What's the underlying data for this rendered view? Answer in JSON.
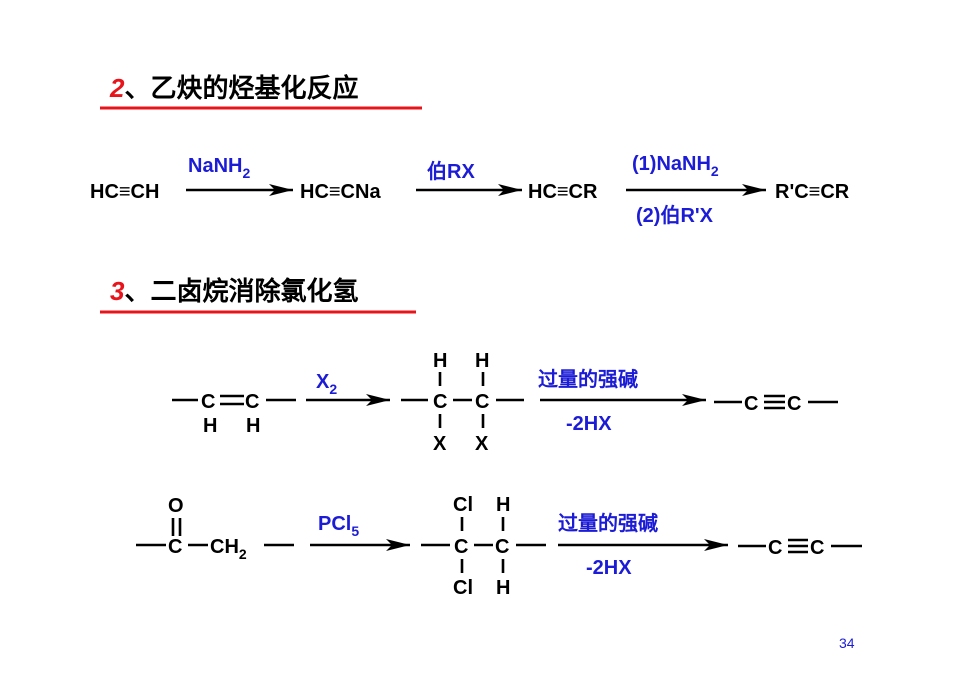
{
  "section2": {
    "number": "2",
    "title": "、乙炔的烃基化反应"
  },
  "section3": {
    "number": "3",
    "title": "、二卤烷消除氯化氢"
  },
  "accent_color": "#e8141b",
  "reagent_color": "#1c1cd6",
  "reaction2": {
    "s1": "HC≡CH",
    "r1": "NaNH",
    "r1_sub": "2",
    "s2": "HC≡CNa",
    "r2": "伯RX",
    "s3": "HC≡CR",
    "r3_top": "(1)NaNH",
    "r3_top_sub": "2",
    "r3_bottom": "(2)伯R'X",
    "s4": "R'C≡CR"
  },
  "reaction3a": {
    "reagent1": "X",
    "reagent1_sub": "2",
    "reagent2": "过量的强碱",
    "reagent2_bottom": "-2HX"
  },
  "reaction3b": {
    "reagent1": "PCl",
    "reagent1_sub": "5",
    "reagent2": "过量的强碱",
    "reagent2_bottom": "-2HX"
  },
  "atoms": {
    "C": "C",
    "H": "H",
    "X": "X",
    "O": "O",
    "Cl": "Cl",
    "CH": "CH",
    "sub2": "2"
  },
  "page_number": "34"
}
